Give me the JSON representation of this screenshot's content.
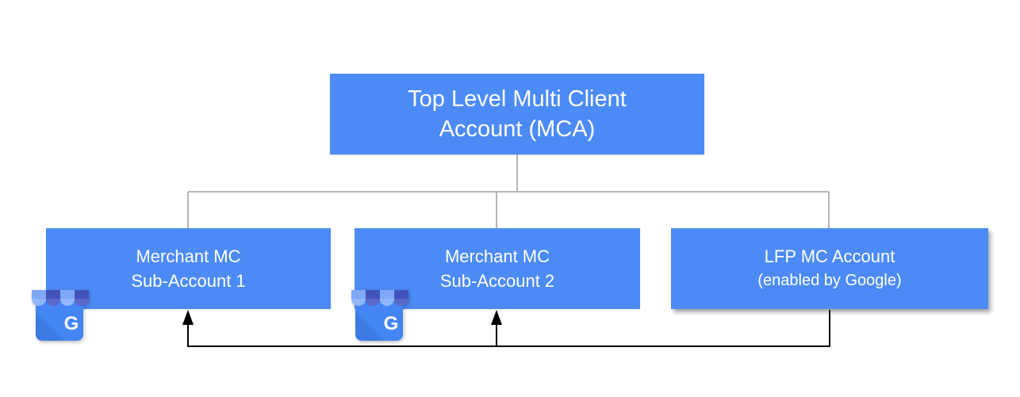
{
  "diagram": {
    "top_node": {
      "line1": "Top Level Multi Client",
      "line2": "Account (MCA)"
    },
    "child_nodes": {
      "merchant1": {
        "line1": "Merchant MC",
        "line2": "Sub-Account 1"
      },
      "merchant2": {
        "line1": "Merchant MC",
        "line2": "Sub-Account 2"
      },
      "lfp": {
        "line1": "LFP MC Account",
        "line2": "(enabled by Google)"
      }
    }
  },
  "icons": {
    "gmb": {
      "name": "google-my-business-icon",
      "letter": "G"
    }
  },
  "colors": {
    "node_fill": "#4C8BF5",
    "node_text": "#FFFFFF",
    "tree_connector_gray": "#B5B5B5",
    "flow_arrow_black": "#000000",
    "icon_body_blue": "#4385F2",
    "icon_awning_light": "#7FA8F7",
    "icon_awning_light_scallop": "#92B6F9",
    "icon_awning_dark": "#4352BB",
    "icon_awning_dark_scallop": "#5B68C9"
  }
}
